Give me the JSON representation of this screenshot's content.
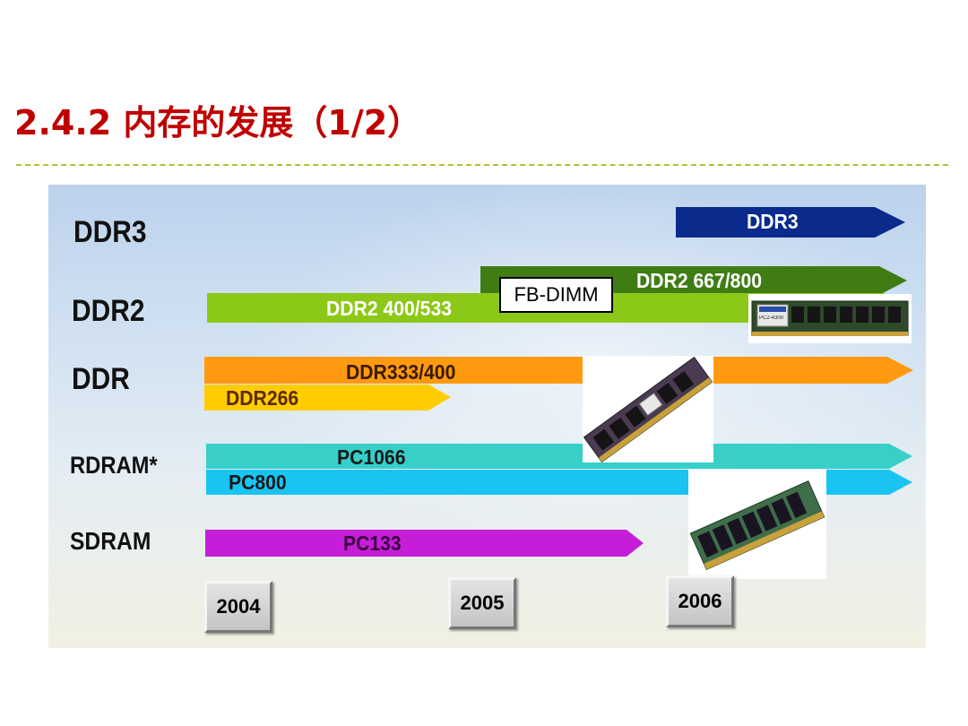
{
  "slide": {
    "title": "2.4.2 内存的发展（1/2）"
  },
  "rows": [
    {
      "label": "DDR3"
    },
    {
      "label": "DDR2"
    },
    {
      "label": "DDR"
    },
    {
      "label": "RDRAM*"
    },
    {
      "label": "SDRAM"
    }
  ],
  "bars": {
    "ddr3": {
      "label": "DDR3",
      "color": "#0a2a8c"
    },
    "ddr2_667": {
      "label": "DDR2  667/800",
      "color": "#3f7d14"
    },
    "ddr2_400": {
      "label": "DDR2  400/533",
      "color": "#8cc818"
    },
    "ddr333": {
      "label": "DDR333/400",
      "color": "#ff9a10"
    },
    "ddr266": {
      "label": "DDR266",
      "color": "#ffcc00"
    },
    "pc1066": {
      "label": "PC1066",
      "color": "#37cfc8"
    },
    "pc800": {
      "label": "PC800",
      "color": "#19c4f2"
    },
    "pc133": {
      "label": "PC133",
      "color": "#c61ed8"
    }
  },
  "fbdimm": {
    "label": "FB-DIMM"
  },
  "years": [
    "2004",
    "2005",
    "2006"
  ],
  "module_sticker": {
    "label": "PC2-4300"
  }
}
